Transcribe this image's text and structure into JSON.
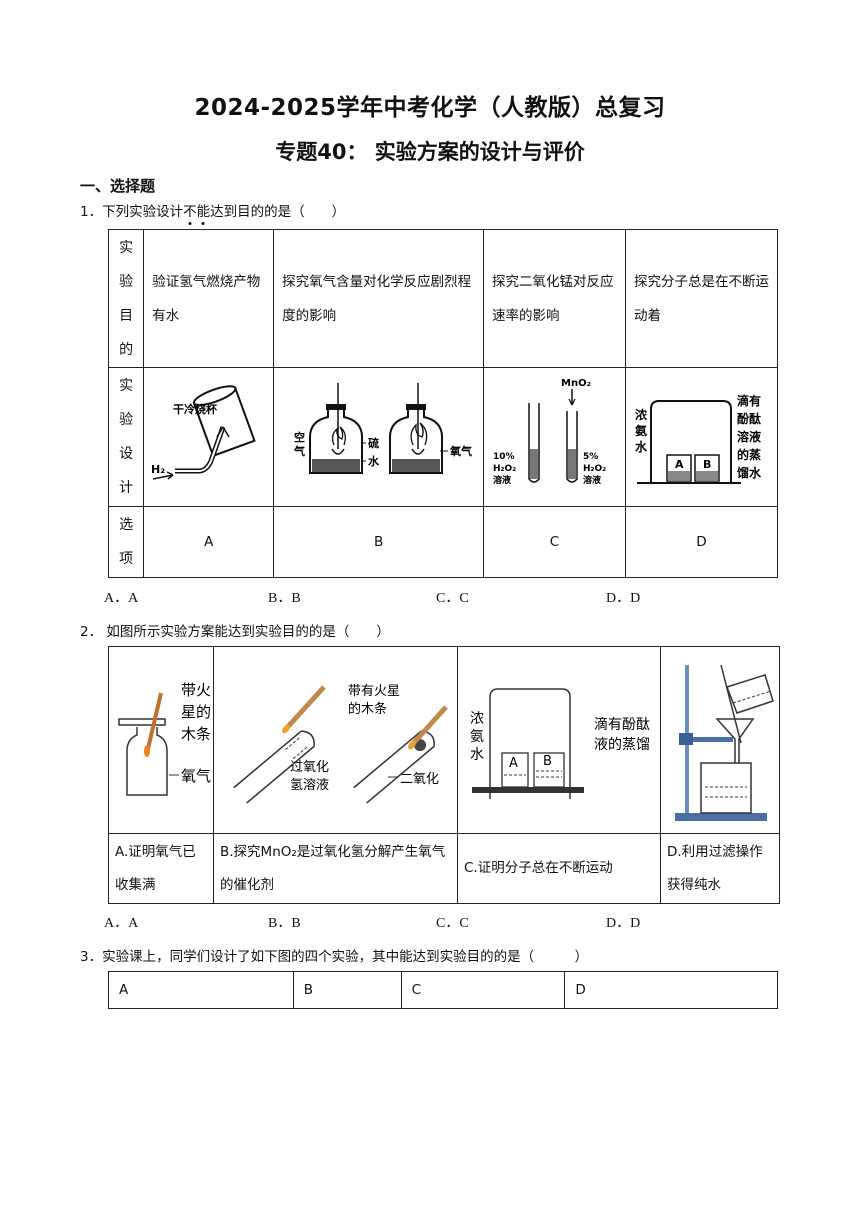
{
  "header": {
    "title": "2024-2025学年中考化学（人教版）总复习",
    "subtitle": "专题40： 实验方案的设计与评价"
  },
  "section": "一、选择题",
  "q1": {
    "stem_prefix": "1．下列实验设计",
    "stem_dot1": "不",
    "stem_dot2": "能",
    "stem_suffix": "达到目的的是（　　）",
    "row_labels": {
      "purpose": [
        "实",
        "验",
        "目",
        "的"
      ],
      "design": [
        "实",
        "验",
        "设",
        "计"
      ],
      "option": [
        "选",
        "项"
      ]
    },
    "purposes": [
      "验证氢气燃烧产物有水",
      "探究氧气含量对化学反应剧烈程度的影响",
      "探究二氧化锰对反应速率的影响",
      "探究分子总是在不断运动着"
    ],
    "diagram_labels": {
      "a_beaker": "干冷烧杯",
      "a_gas": "H₂",
      "b_air": "空气",
      "b_sulfur": "硫",
      "b_water": "水",
      "b_oxygen": "氧气",
      "c_mno2": "MnO₂",
      "c_left": [
        "10%",
        "H₂O₂",
        "溶液"
      ],
      "c_right": [
        "5%",
        "H₂O₂",
        "溶液"
      ],
      "d_ammonia": [
        "浓",
        "氨",
        "水"
      ],
      "d_phenol": [
        "滴有",
        "酚酞",
        "溶液",
        "的蒸",
        "馏水"
      ],
      "d_a": "A",
      "d_b": "B"
    },
    "options": [
      "A",
      "B",
      "C",
      "D"
    ],
    "choices": [
      "A．A",
      "B．B",
      "C．C",
      "D．D"
    ]
  },
  "q2": {
    "stem": "2． 如图所示实验方案能达到实验目的的是（　　）",
    "diagram_labels": {
      "a": [
        "带火",
        "星的",
        "木条",
        "氧气"
      ],
      "b": [
        "带有火星",
        "的木条",
        "过氧化",
        "氢溶液",
        "二氧化"
      ],
      "c": [
        "浓",
        "氨",
        "水",
        "滴有酚酞",
        "液的蒸馏",
        "A",
        "B"
      ]
    },
    "captions": [
      "A.证明氧气已收集满",
      "B.探究MnO₂是过氧化氢分解产生氧气的催化剂",
      "C.证明分子总在不断运动",
      "D.利用过滤操作获得纯水"
    ],
    "choices": [
      "A．A",
      "B．B",
      "C．C",
      "D．D"
    ]
  },
  "q3": {
    "stem": "3．实验课上，同学们设计了如下图的四个实验，其中能达到实验目的的是（　　　）",
    "options": [
      "A",
      "B",
      "C",
      "D"
    ]
  }
}
